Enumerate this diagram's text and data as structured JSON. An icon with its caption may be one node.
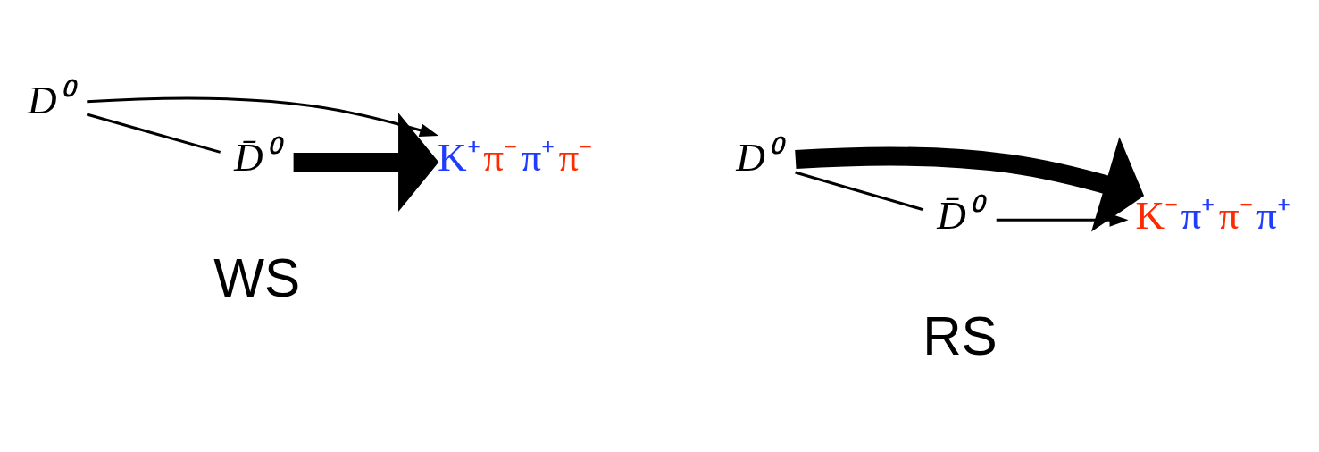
{
  "diagram": {
    "nodes": [
      {
        "text": [
          "D⁰"
        ]
      },
      {
        "text": [
          "K⁺π⁻π⁺π⁻"
        ]
      },
      {
        "text": [
          "D̄⁰"
        ]
      },
      {
        "text": [
          "D⁰"
        ]
      },
      {
        "text": [
          "K⁻π⁺π⁻π⁺"
        ]
      },
      {
        "text": [
          "D̄⁰"
        ]
      }
    ],
    "edges": [
      {
        "from": 0,
        "to": 1,
        "arrow": "to"
      },
      {
        "from": 0,
        "to": 2,
        "arrow": "none"
      },
      {
        "from": 2,
        "to": 1,
        "arrow": "to",
        "style": "thick"
      },
      {
        "from": 3,
        "to": 4,
        "arrow": "to",
        "style": "thick"
      },
      {
        "from": 3,
        "to": 5,
        "arrow": "none"
      },
      {
        "from": 5,
        "to": 4,
        "arrow": "to"
      }
    ],
    "labels": [
      "WS",
      "RS"
    ]
  }
}
